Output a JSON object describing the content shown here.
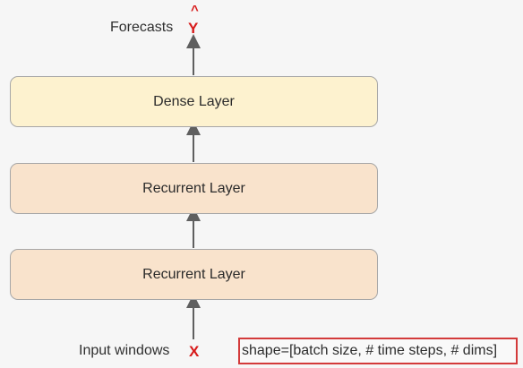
{
  "diagram": {
    "forecasts_label": "Forecasts",
    "output_symbol": "Y",
    "output_hat": "^",
    "layers": [
      {
        "label": "Dense Layer"
      },
      {
        "label": "Recurrent Layer"
      },
      {
        "label": "Recurrent Layer"
      }
    ],
    "input_label": "Input windows",
    "input_symbol": "X",
    "shape_text": "shape=[batch size, # time steps, # dims]"
  },
  "colors": {
    "background": "#f6f6f6",
    "dense_fill": "#fdf2cf",
    "recurrent_fill": "#f9e3cc",
    "border": "#a7a7a7",
    "accent_red": "#d71a1a",
    "shape_box_border": "#d33a3a",
    "arrow": "#5f5f5f"
  }
}
